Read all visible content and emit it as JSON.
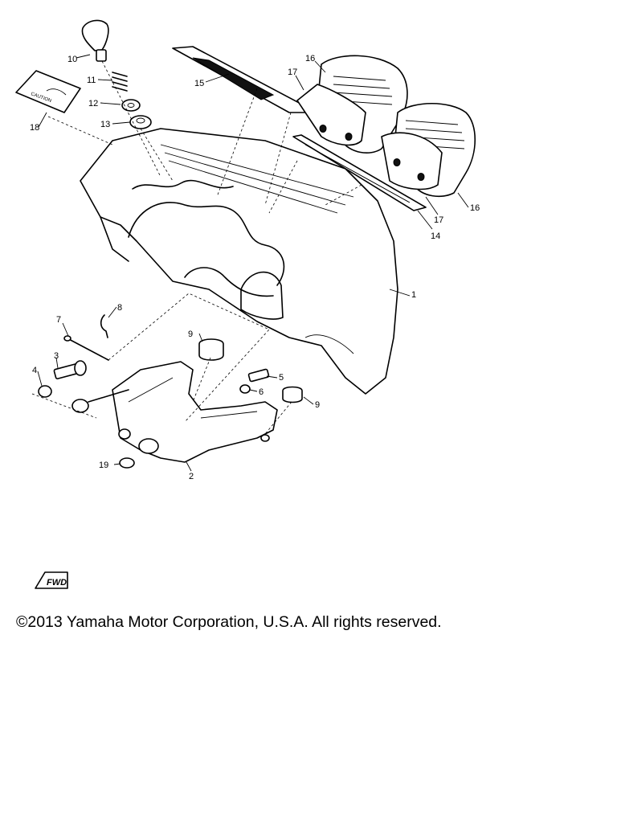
{
  "diagram": {
    "callouts": [
      "1",
      "2",
      "3",
      "4",
      "5",
      "6",
      "7",
      "8",
      "9",
      "9",
      "10",
      "11",
      "12",
      "13",
      "14",
      "15",
      "16",
      "16",
      "17",
      "17",
      "18",
      "19"
    ],
    "fwd_badge": "FWD",
    "caution_plate_text": "CAUTION"
  },
  "footer": {
    "copyright": "©2013 Yamaha Motor Corporation, U.S.A. All rights reserved."
  }
}
